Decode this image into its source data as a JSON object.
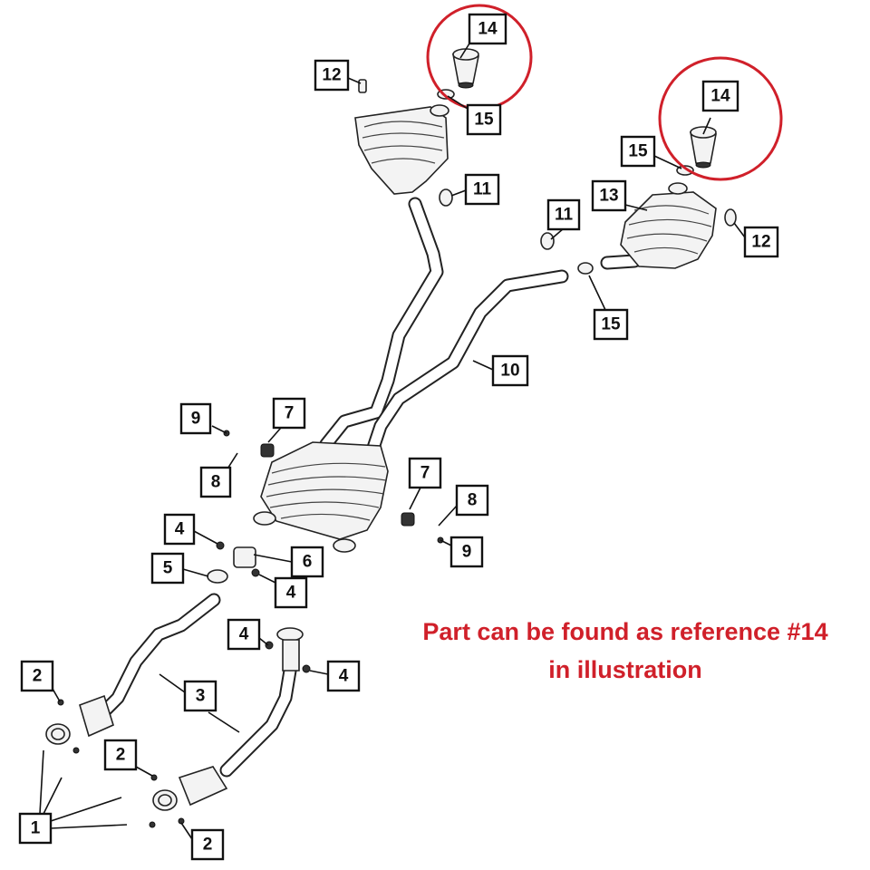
{
  "colors": {
    "note": "#d0202a",
    "highlight_ring": "#d0202a",
    "ink": "#111111"
  },
  "callouts": [
    {
      "label": "14"
    },
    {
      "label": "12"
    },
    {
      "label": "15"
    },
    {
      "label": "11"
    },
    {
      "label": "14"
    },
    {
      "label": "15"
    },
    {
      "label": "13"
    },
    {
      "label": "11"
    },
    {
      "label": "12"
    },
    {
      "label": "15"
    },
    {
      "label": "10"
    },
    {
      "label": "9"
    },
    {
      "label": "7"
    },
    {
      "label": "8"
    },
    {
      "label": "7"
    },
    {
      "label": "8"
    },
    {
      "label": "9"
    },
    {
      "label": "4"
    },
    {
      "label": "5"
    },
    {
      "label": "6"
    },
    {
      "label": "4"
    },
    {
      "label": "4"
    },
    {
      "label": "4"
    },
    {
      "label": "3"
    },
    {
      "label": "2"
    },
    {
      "label": "2"
    },
    {
      "label": "2"
    },
    {
      "label": "1"
    }
  ],
  "note": {
    "line1": "Part can be found as reference #14",
    "line2": "in illustration"
  }
}
